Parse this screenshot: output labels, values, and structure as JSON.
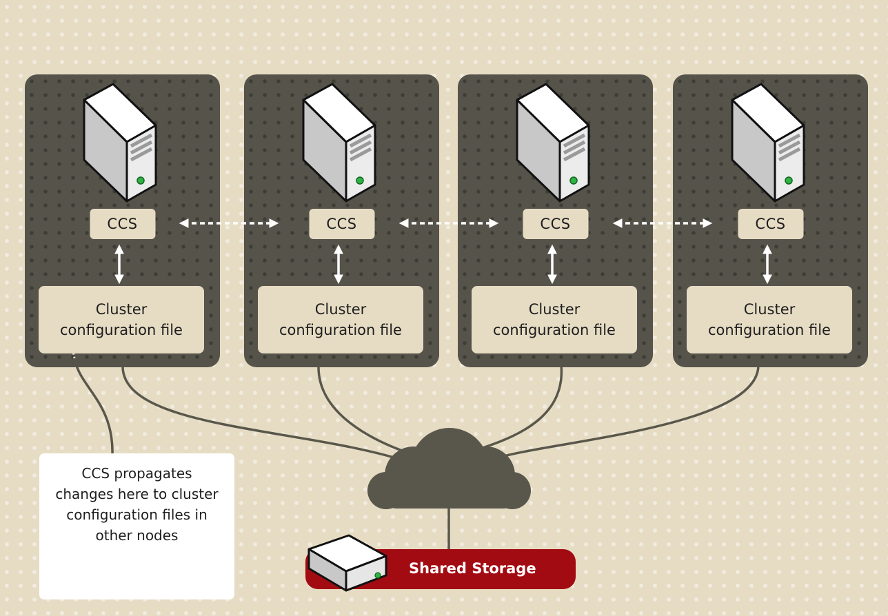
{
  "nodes": [
    {
      "ccs_label": "CCS",
      "config_line1": "Cluster",
      "config_line2": "configuration file"
    },
    {
      "ccs_label": "CCS",
      "config_line1": "Cluster",
      "config_line2": "configuration file"
    },
    {
      "ccs_label": "CCS",
      "config_line1": "Cluster",
      "config_line2": "configuration file"
    },
    {
      "ccs_label": "CCS",
      "config_line1": "Cluster",
      "config_line2": "configuration file"
    }
  ],
  "note": {
    "line1": "CCS propagates",
    "line2": "changes here to cluster",
    "line3": "configuration files in",
    "line4": "other nodes"
  },
  "storage": {
    "label": "Shared Storage"
  },
  "colors": {
    "background": "#e6dcc4",
    "node_panel": "#55534a",
    "storage": "#a30b12",
    "connector": "#59574b"
  },
  "icons": [
    "server-icon",
    "network-cloud-icon",
    "storage-drive-icon",
    "dashed-double-arrow",
    "double-arrow"
  ]
}
